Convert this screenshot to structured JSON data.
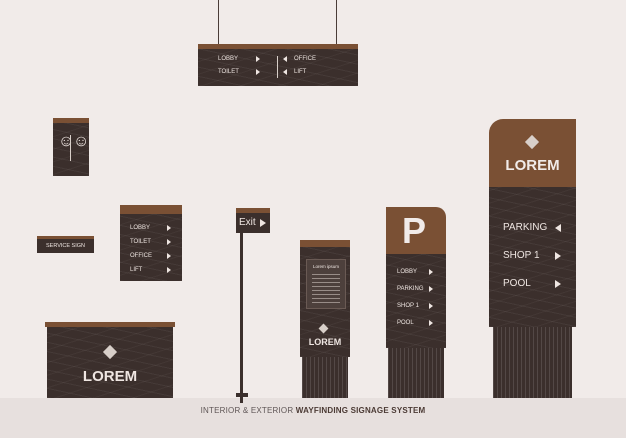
{
  "hanging_sign": {
    "left_items": [
      "LOBBY",
      "TOILET"
    ],
    "right_items": [
      "OFFICE",
      "LIFT"
    ]
  },
  "wall_sign": {
    "items": [
      "LOBBY",
      "TOILET",
      "OFFICE",
      "LIFT"
    ]
  },
  "service_sign": {
    "label": "SERVICE SIGN"
  },
  "exit_sign": {
    "label": "Exit"
  },
  "kiosk": {
    "title": "Lorem ipsum",
    "brand": "LOREM"
  },
  "parking_totem": {
    "letter": "P",
    "items": [
      "LOBBY",
      "PARKING",
      "SHOP 1",
      "POOL"
    ]
  },
  "tall_totem": {
    "brand": "LOREM",
    "items": [
      "PARKING",
      "SHOP 1",
      "POOL"
    ]
  },
  "desk": {
    "brand": "LOREM"
  },
  "caption": {
    "prefix": "INTERIOR & EXTERIOR",
    "emphasis": "WAYFINDING SIGNAGE SYSTEM"
  }
}
